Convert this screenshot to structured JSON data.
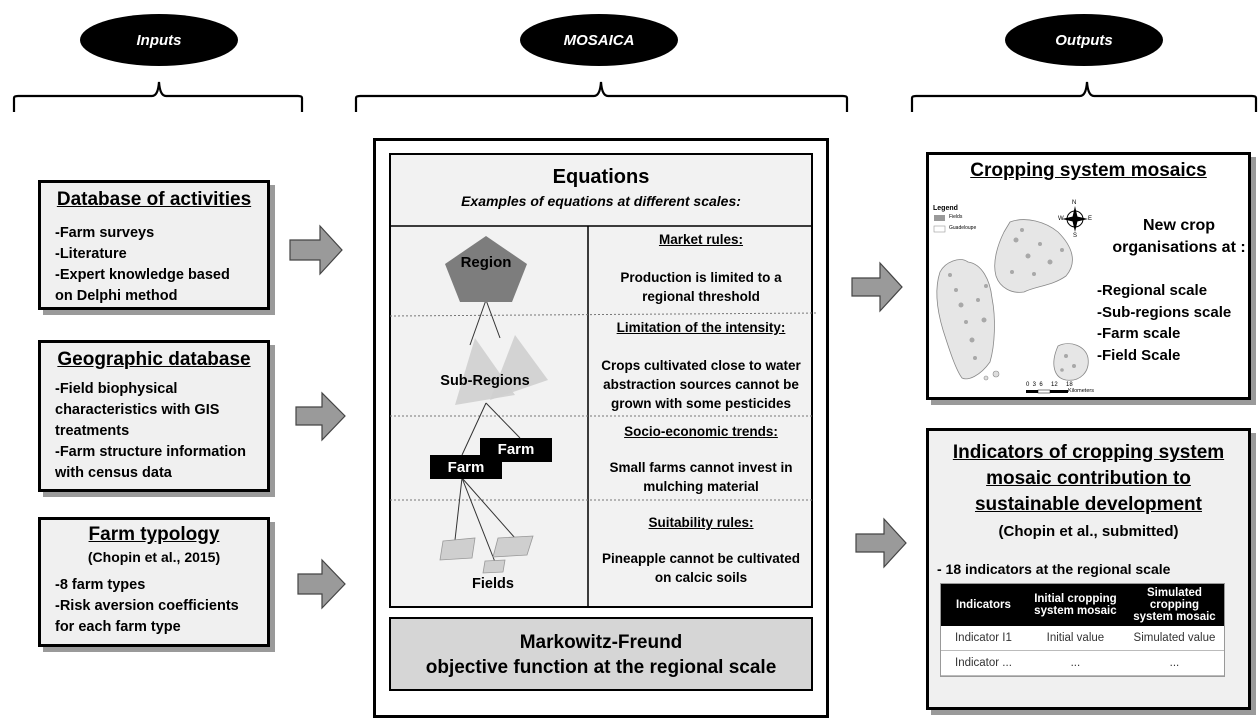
{
  "headers": {
    "inputs": "Inputs",
    "mosaica": "MOSAICA",
    "outputs": "Outputs"
  },
  "inputs": {
    "database_of_activities": {
      "title": "Database of activities",
      "lines": [
        "-Farm surveys",
        "-Literature",
        "-Expert knowledge based",
        "on Delphi method"
      ]
    },
    "geographic_database": {
      "title": "Geographic database",
      "lines": [
        "-Field biophysical",
        "characteristics with GIS",
        "treatments",
        "-Farm structure information",
        "with census data"
      ]
    },
    "farm_typology": {
      "title": "Farm typology",
      "subtitle": "(Chopin et al., 2015)",
      "lines": [
        "-8 farm types",
        "-Risk aversion coefficients",
        "for each farm type"
      ]
    }
  },
  "mosaica": {
    "equations_title": "Equations",
    "equations_subtitle": "Examples of equations at different scales:",
    "scales": {
      "region": "Region",
      "sub_regions": "Sub-Regions",
      "farm_a": "Farm",
      "farm_b": "Farm",
      "fields": "Fields"
    },
    "rules": [
      {
        "title": "Market rules:",
        "text": [
          "Production is limited to a",
          "regional threshold"
        ]
      },
      {
        "title": "Limitation of the intensity:",
        "text": [
          "Crops cultivated close to water",
          "abstraction sources cannot be",
          "grown with some pesticides"
        ]
      },
      {
        "title": "Socio-economic trends:",
        "text": [
          "Small farms cannot invest in",
          "mulching material"
        ]
      },
      {
        "title": "Suitability rules:",
        "text": [
          "Pineapple cannot be cultivated",
          "on calcic soils"
        ]
      }
    ],
    "objective": [
      "Markowitz-Freund",
      "objective function at the regional scale"
    ]
  },
  "outputs": {
    "cropping": {
      "title": "Cropping system mosaics",
      "map_legend_title": "Legend",
      "map_legend_items": [
        "Fields",
        "Guadeloupe"
      ],
      "map_scale_ticks": "0  3  6     12     18",
      "map_scale_unit": "Kilometers",
      "compass": {
        "n": "N",
        "s": "S",
        "e": "E",
        "w": "W"
      },
      "new_crop_lines": [
        "New crop",
        "organisations at :"
      ],
      "scales": [
        "-Regional scale",
        "-Sub-regions scale",
        "-Farm scale",
        "-Field Scale"
      ]
    },
    "indicators": {
      "title_lines": [
        "Indicators of cropping system",
        "mosaic contribution to",
        "sustainable development"
      ],
      "citation": "(Chopin et al., submitted)",
      "count_line": "- 18 indicators at the regional scale",
      "table": {
        "headers": [
          "Indicators",
          "Initial cropping system mosaic",
          "Simulated cropping system mosaic"
        ],
        "rows": [
          [
            "Indicator I1",
            "Initial value",
            "Simulated value"
          ],
          [
            "Indicator ...",
            "...",
            "..."
          ]
        ]
      }
    }
  }
}
